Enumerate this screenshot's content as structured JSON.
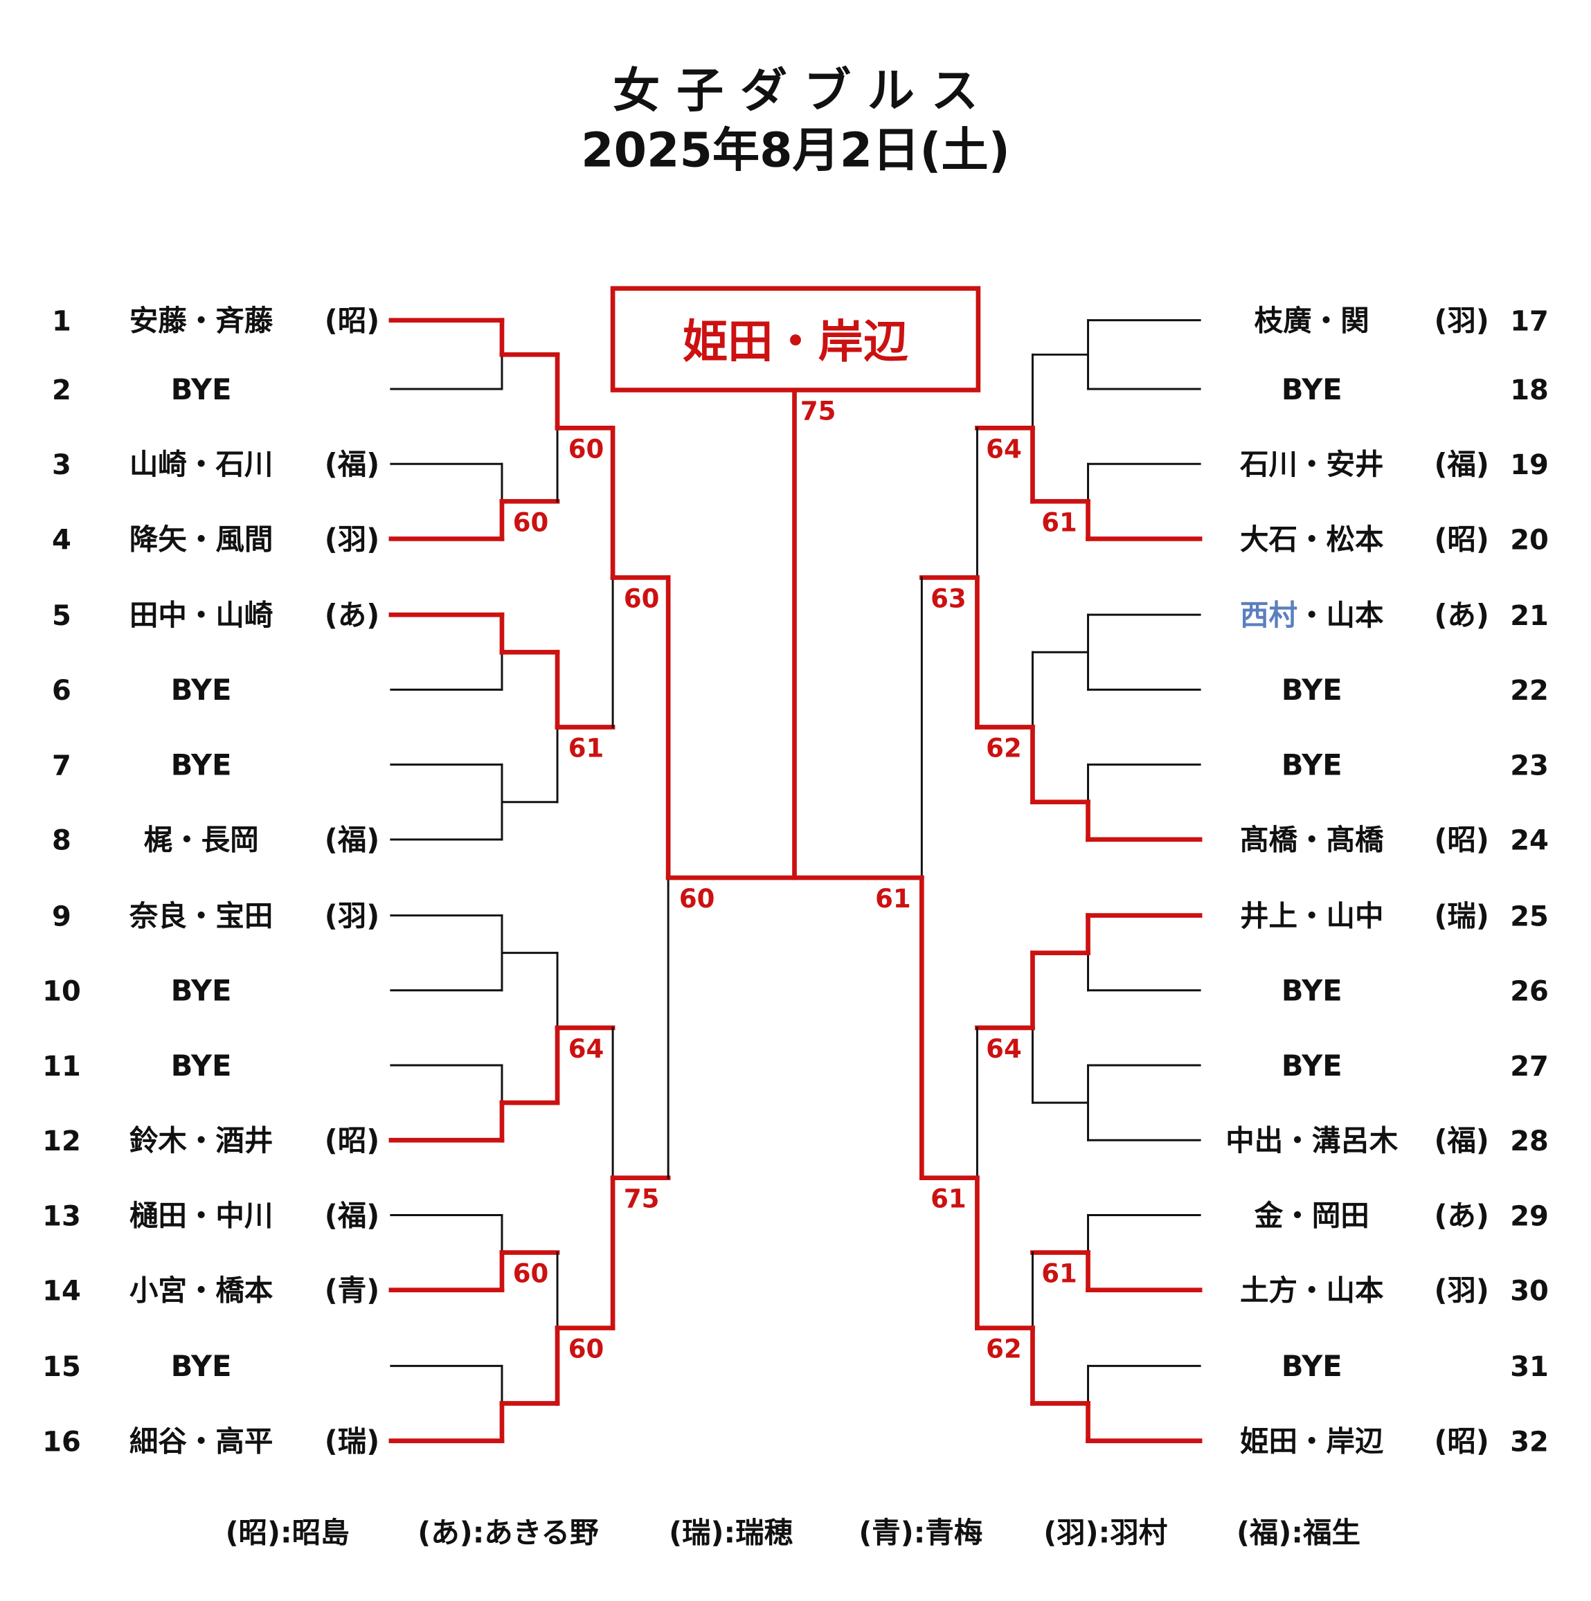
{
  "header": {
    "title": "女 子 ダ ブ ル ス",
    "date": "2025年8月2日(土)"
  },
  "colors": {
    "win": "#cc1111",
    "line": "#111111",
    "highlight_name": "#5b7fbf"
  },
  "champion": {
    "name": "姫田・岸辺",
    "final_score": "75",
    "winner_side": "right"
  },
  "left_entries": [
    {
      "no": "1",
      "name": "安藤・斉藤",
      "aff": "(昭)"
    },
    {
      "no": "2",
      "name": "BYE",
      "aff": ""
    },
    {
      "no": "3",
      "name": "山崎・石川",
      "aff": "(福)"
    },
    {
      "no": "4",
      "name": "降矢・風間",
      "aff": "(羽)"
    },
    {
      "no": "5",
      "name": "田中・山崎",
      "aff": "(あ)"
    },
    {
      "no": "6",
      "name": "BYE",
      "aff": ""
    },
    {
      "no": "7",
      "name": "BYE",
      "aff": ""
    },
    {
      "no": "8",
      "name": "梶・長岡",
      "aff": "(福)"
    },
    {
      "no": "9",
      "name": "奈良・宝田",
      "aff": "(羽)"
    },
    {
      "no": "10",
      "name": "BYE",
      "aff": ""
    },
    {
      "no": "11",
      "name": "BYE",
      "aff": ""
    },
    {
      "no": "12",
      "name": "鈴木・酒井",
      "aff": "(昭)"
    },
    {
      "no": "13",
      "name": "樋田・中川",
      "aff": "(福)"
    },
    {
      "no": "14",
      "name": "小宮・橋本",
      "aff": "(青)"
    },
    {
      "no": "15",
      "name": "BYE",
      "aff": ""
    },
    {
      "no": "16",
      "name": "細谷・高平",
      "aff": "(瑞)"
    }
  ],
  "right_entries": [
    {
      "no": "17",
      "name": "枝廣・関",
      "aff": "(羽)"
    },
    {
      "no": "18",
      "name": "BYE",
      "aff": ""
    },
    {
      "no": "19",
      "name": "石川・安井",
      "aff": "(福)"
    },
    {
      "no": "20",
      "name": "大石・松本",
      "aff": "(昭)"
    },
    {
      "no": "21",
      "name_hl": "西村",
      "name": "・山本",
      "aff": "(あ)"
    },
    {
      "no": "22",
      "name": "BYE",
      "aff": ""
    },
    {
      "no": "23",
      "name": "BYE",
      "aff": ""
    },
    {
      "no": "24",
      "name": "髙橋・髙橋",
      "aff": "(昭)"
    },
    {
      "no": "25",
      "name": "井上・山中",
      "aff": "(瑞)"
    },
    {
      "no": "26",
      "name": "BYE",
      "aff": ""
    },
    {
      "no": "27",
      "name": "BYE",
      "aff": ""
    },
    {
      "no": "28",
      "name": "中出・溝呂木",
      "aff": "(福)"
    },
    {
      "no": "29",
      "name": "金・岡田",
      "aff": "(あ)"
    },
    {
      "no": "30",
      "name": "土方・山本",
      "aff": "(羽)"
    },
    {
      "no": "31",
      "name": "BYE",
      "aff": ""
    },
    {
      "no": "32",
      "name": "姫田・岸辺",
      "aff": "(昭)"
    }
  ],
  "bracket": {
    "left": [
      [
        [
          0,
          1,
          ""
        ],
        [
          1,
          1,
          "60"
        ],
        [
          0,
          1,
          ""
        ],
        [
          1,
          0,
          ""
        ],
        [
          0,
          0,
          ""
        ],
        [
          1,
          1,
          ""
        ],
        [
          1,
          1,
          "60"
        ],
        [
          1,
          1,
          ""
        ]
      ],
      [
        [
          0,
          1,
          "60"
        ],
        [
          0,
          1,
          "61"
        ],
        [
          1,
          1,
          "64"
        ],
        [
          1,
          1,
          "60"
        ]
      ],
      [
        [
          0,
          1,
          "60"
        ],
        [
          1,
          1,
          "75"
        ]
      ],
      [
        [
          0,
          1,
          "60"
        ]
      ]
    ],
    "right": [
      [
        [
          0,
          0,
          ""
        ],
        [
          1,
          1,
          "61"
        ],
        [
          0,
          0,
          ""
        ],
        [
          1,
          1,
          ""
        ],
        [
          0,
          1,
          ""
        ],
        [
          0,
          0,
          ""
        ],
        [
          1,
          1,
          "61"
        ],
        [
          1,
          1,
          ""
        ]
      ],
      [
        [
          1,
          1,
          "64"
        ],
        [
          1,
          1,
          "62"
        ],
        [
          0,
          1,
          "64"
        ],
        [
          1,
          1,
          "62"
        ]
      ],
      [
        [
          1,
          1,
          "63"
        ],
        [
          1,
          1,
          "61"
        ]
      ],
      [
        [
          1,
          1,
          "61"
        ]
      ]
    ]
  },
  "legend": [
    "(昭):昭島",
    "(あ):あきる野",
    "(瑞):瑞穂",
    "(青):青梅",
    "(羽):羽村",
    "(福):福生"
  ]
}
